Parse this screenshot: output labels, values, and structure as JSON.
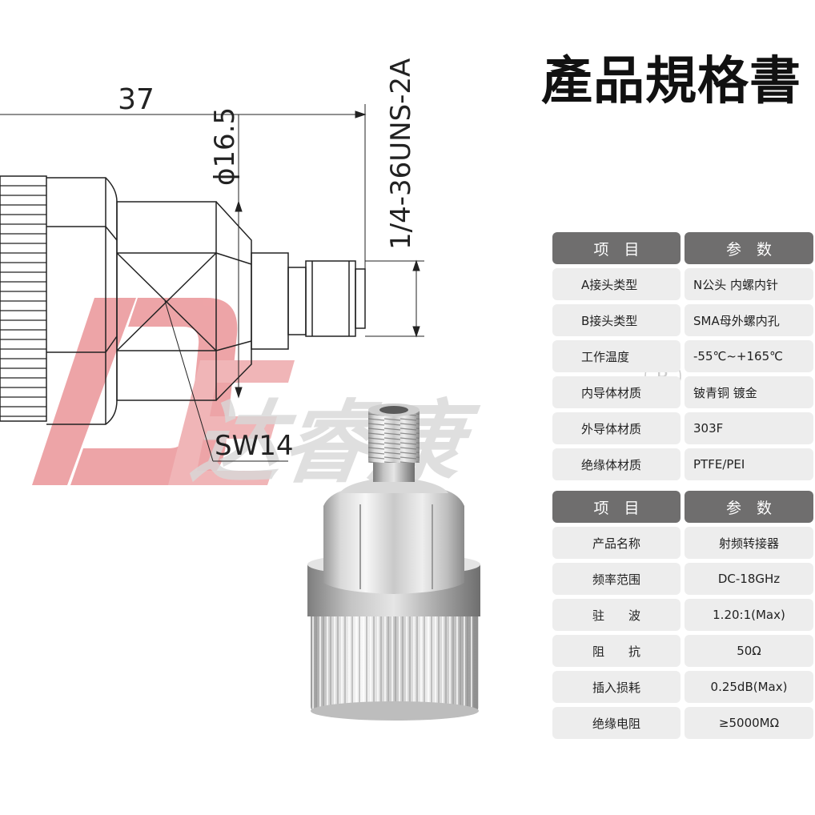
{
  "title": "產品規格書",
  "drawing": {
    "dim_length": "37",
    "dim_diameter": "ϕ16.5",
    "dim_thread": "1/4-36UNS-2A",
    "dim_wrench": "SW14"
  },
  "watermark": {
    "logo_letters": "IDE",
    "brand_text": "达睿康",
    "registered_mark": "R"
  },
  "colors": {
    "header_bg": "#6f6e6e",
    "cell_bg": "#ededed",
    "watermark_red": "#e8868a",
    "watermark_gray": "#d8d8d8"
  },
  "table_a": {
    "headers": [
      "项　目",
      "参　数"
    ],
    "rows": [
      {
        "label": "A接头类型",
        "value": "N公头 内螺内针"
      },
      {
        "label": "B接头类型",
        "value": "SMA母外螺内孔"
      },
      {
        "label": "工作温度",
        "value": "-55℃~+165℃"
      },
      {
        "label": "内导体材质",
        "value": "铍青铜 镀金"
      },
      {
        "label": "外导体材质",
        "value": "303F"
      },
      {
        "label": "绝缘体材质",
        "value": "PTFE/PEI"
      }
    ]
  },
  "table_b": {
    "headers": [
      "项　目",
      "参　数"
    ],
    "rows": [
      {
        "label": "产品名称",
        "value": "射频转接器"
      },
      {
        "label": "频率范围",
        "value": "DC-18GHz"
      },
      {
        "label": "驻　　波",
        "value": "1.20:1(Max)"
      },
      {
        "label": "阻　　抗",
        "value": "50Ω"
      },
      {
        "label": "插入损耗",
        "value": "0.25dB(Max)"
      },
      {
        "label": "绝缘电阻",
        "value": "≥5000MΩ"
      }
    ]
  }
}
